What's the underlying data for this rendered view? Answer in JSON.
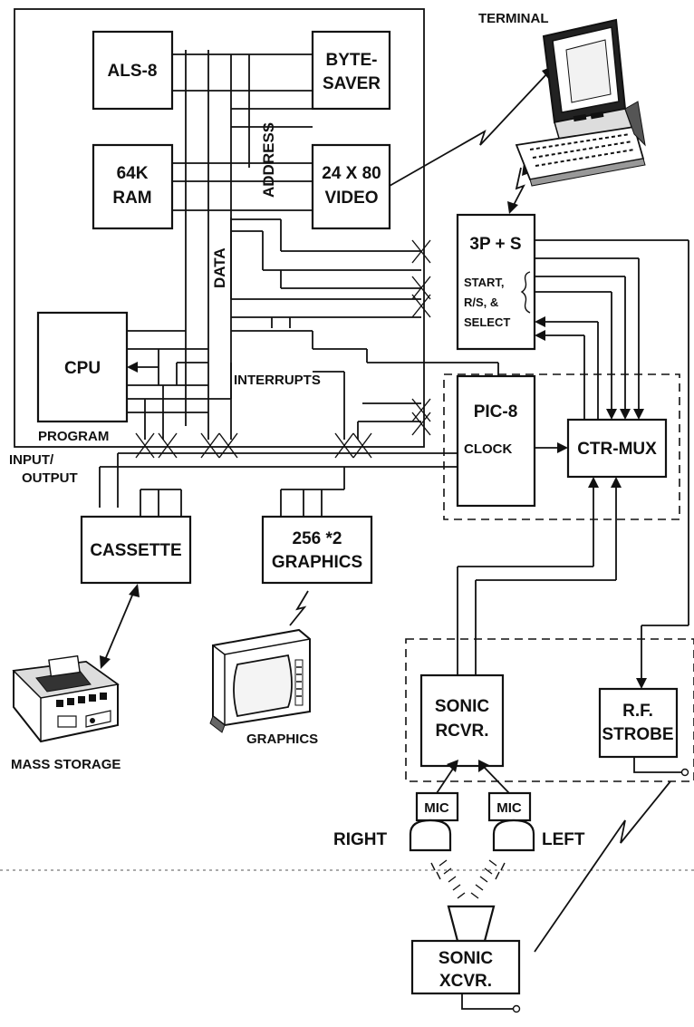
{
  "components": {
    "als8": "ALS-8",
    "byte_saver": [
      "BYTE-",
      "SAVER"
    ],
    "ram": [
      "64K",
      "RAM"
    ],
    "video": [
      "24 X 80",
      "VIDEO"
    ],
    "cpu": "CPU",
    "controller": "3P + S",
    "controller_signals": [
      "START,",
      "R/S, &",
      "SELECT"
    ],
    "pic8": "PIC-8",
    "clock": "CLOCK",
    "ctr_mux": "CTR-MUX",
    "cassette": "CASSETTE",
    "graphics_board": [
      "256 *2",
      "GRAPHICS"
    ],
    "sonic_rcvr": [
      "SONIC",
      "RCVR."
    ],
    "rf_strobe": [
      "R.F.",
      "STROBE"
    ],
    "mic": "MIC",
    "sonic_xcvr": [
      "SONIC",
      "XCVR."
    ]
  },
  "bus_labels": {
    "address": "ADDRESS",
    "data": "DATA",
    "interrupts": "INTERRUPTS",
    "program": "PROGRAM",
    "input_output": [
      "INPUT/",
      "OUTPUT"
    ]
  },
  "peripherals": {
    "terminal": "TERMINAL",
    "graphics": "GRAPHICS",
    "mass_storage": "MASS STORAGE",
    "right": "RIGHT",
    "left": "LEFT"
  }
}
